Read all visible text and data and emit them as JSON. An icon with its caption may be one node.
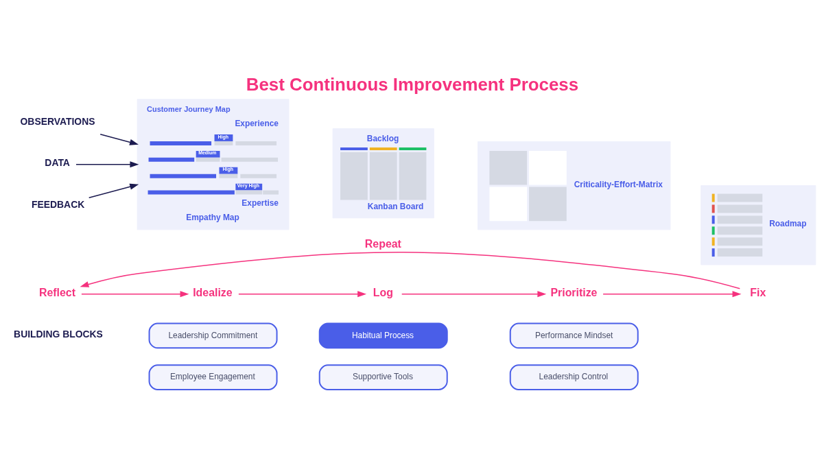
{
  "diagram": {
    "title": "Best Continuous Improvement Process",
    "nodes": [
      {
        "text": [
          "FEEDBACK"
        ]
      },
      {
        "text": [
          "DATA"
        ]
      },
      {
        "text": [
          "OBSERVATIONS"
        ]
      },
      {
        "text": [
          "Customer Journey Map",
          "Experience",
          "High",
          "Medium",
          "High",
          "Very High",
          "Expertise",
          "Empathy Map"
        ]
      },
      {
        "text": [
          "Backlog",
          "Kanban Board"
        ]
      },
      {
        "text": [
          "Criticality-Effort-Matrix"
        ]
      },
      {
        "text": [
          "Roadmap"
        ]
      },
      {
        "text": [
          "Reflect"
        ]
      },
      {
        "text": [
          "Idealize"
        ]
      },
      {
        "text": [
          "Log"
        ]
      },
      {
        "text": [
          "Prioritize"
        ]
      },
      {
        "text": [
          "Fix"
        ]
      },
      {
        "text": [
          "Leadership Commitment"
        ]
      },
      {
        "text": [
          "Habitual Process"
        ]
      },
      {
        "text": [
          "Performance Mindset"
        ]
      },
      {
        "text": [
          "Employee Engagement"
        ]
      },
      {
        "text": [
          "Supportive Tools"
        ]
      },
      {
        "text": [
          "Leadership Control"
        ]
      }
    ],
    "edges": [
      {
        "from": 0,
        "to": 3,
        "arrow": "to",
        "color": "#1b1a4f"
      },
      {
        "from": 1,
        "to": 3,
        "arrow": "to",
        "color": "#1b1a4f"
      },
      {
        "from": 2,
        "to": 3,
        "arrow": "to",
        "color": "#1b1a4f"
      },
      {
        "from": 7,
        "to": 8,
        "arrow": "to"
      },
      {
        "from": 8,
        "to": 9,
        "arrow": "to"
      },
      {
        "from": 9,
        "to": 10,
        "arrow": "to"
      },
      {
        "from": 10,
        "to": 11,
        "arrow": "to"
      },
      {
        "from": 11,
        "to": 7,
        "arrow": "to",
        "label": "Repeat"
      }
    ],
    "labels": [
      "BUILDING BLOCKS"
    ]
  }
}
